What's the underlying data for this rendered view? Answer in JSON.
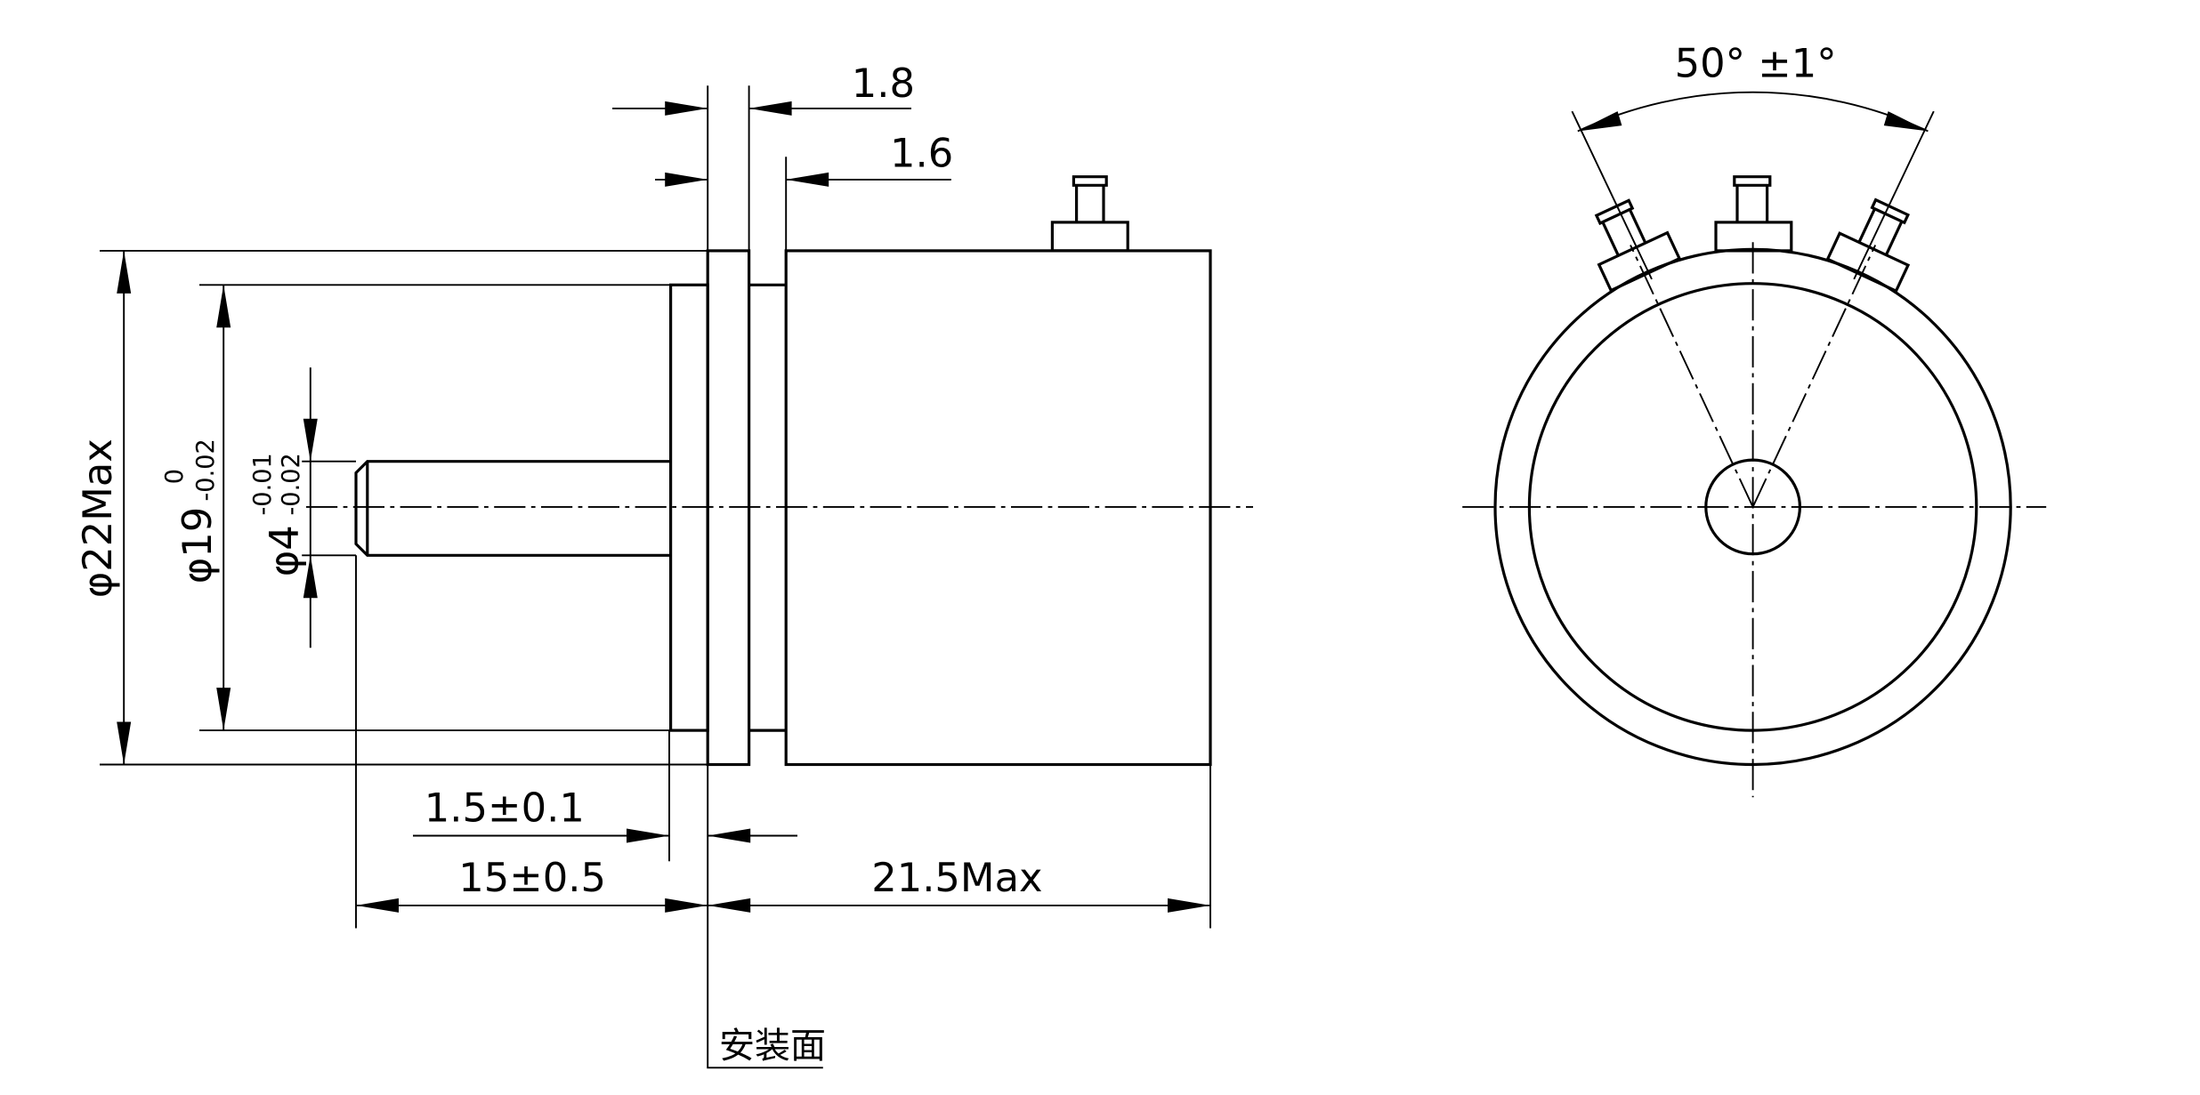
{
  "dimensions": {
    "top_1": "1.8",
    "top_2": "1.6",
    "dia_outer": "φ22Max",
    "dia_flange_main": "φ19",
    "dia_flange_upper": "0",
    "dia_flange_lower": "-0.02",
    "dia_shaft_main": "φ4",
    "dia_shaft_upper": "-0.01",
    "dia_shaft_lower": "-0.02",
    "flange_thickness": "1.5±0.1",
    "shaft_length": "15±0.5",
    "body_length": "21.5Max",
    "angle": "50° ±1°"
  },
  "labels": {
    "mounting_face": "安装面"
  }
}
